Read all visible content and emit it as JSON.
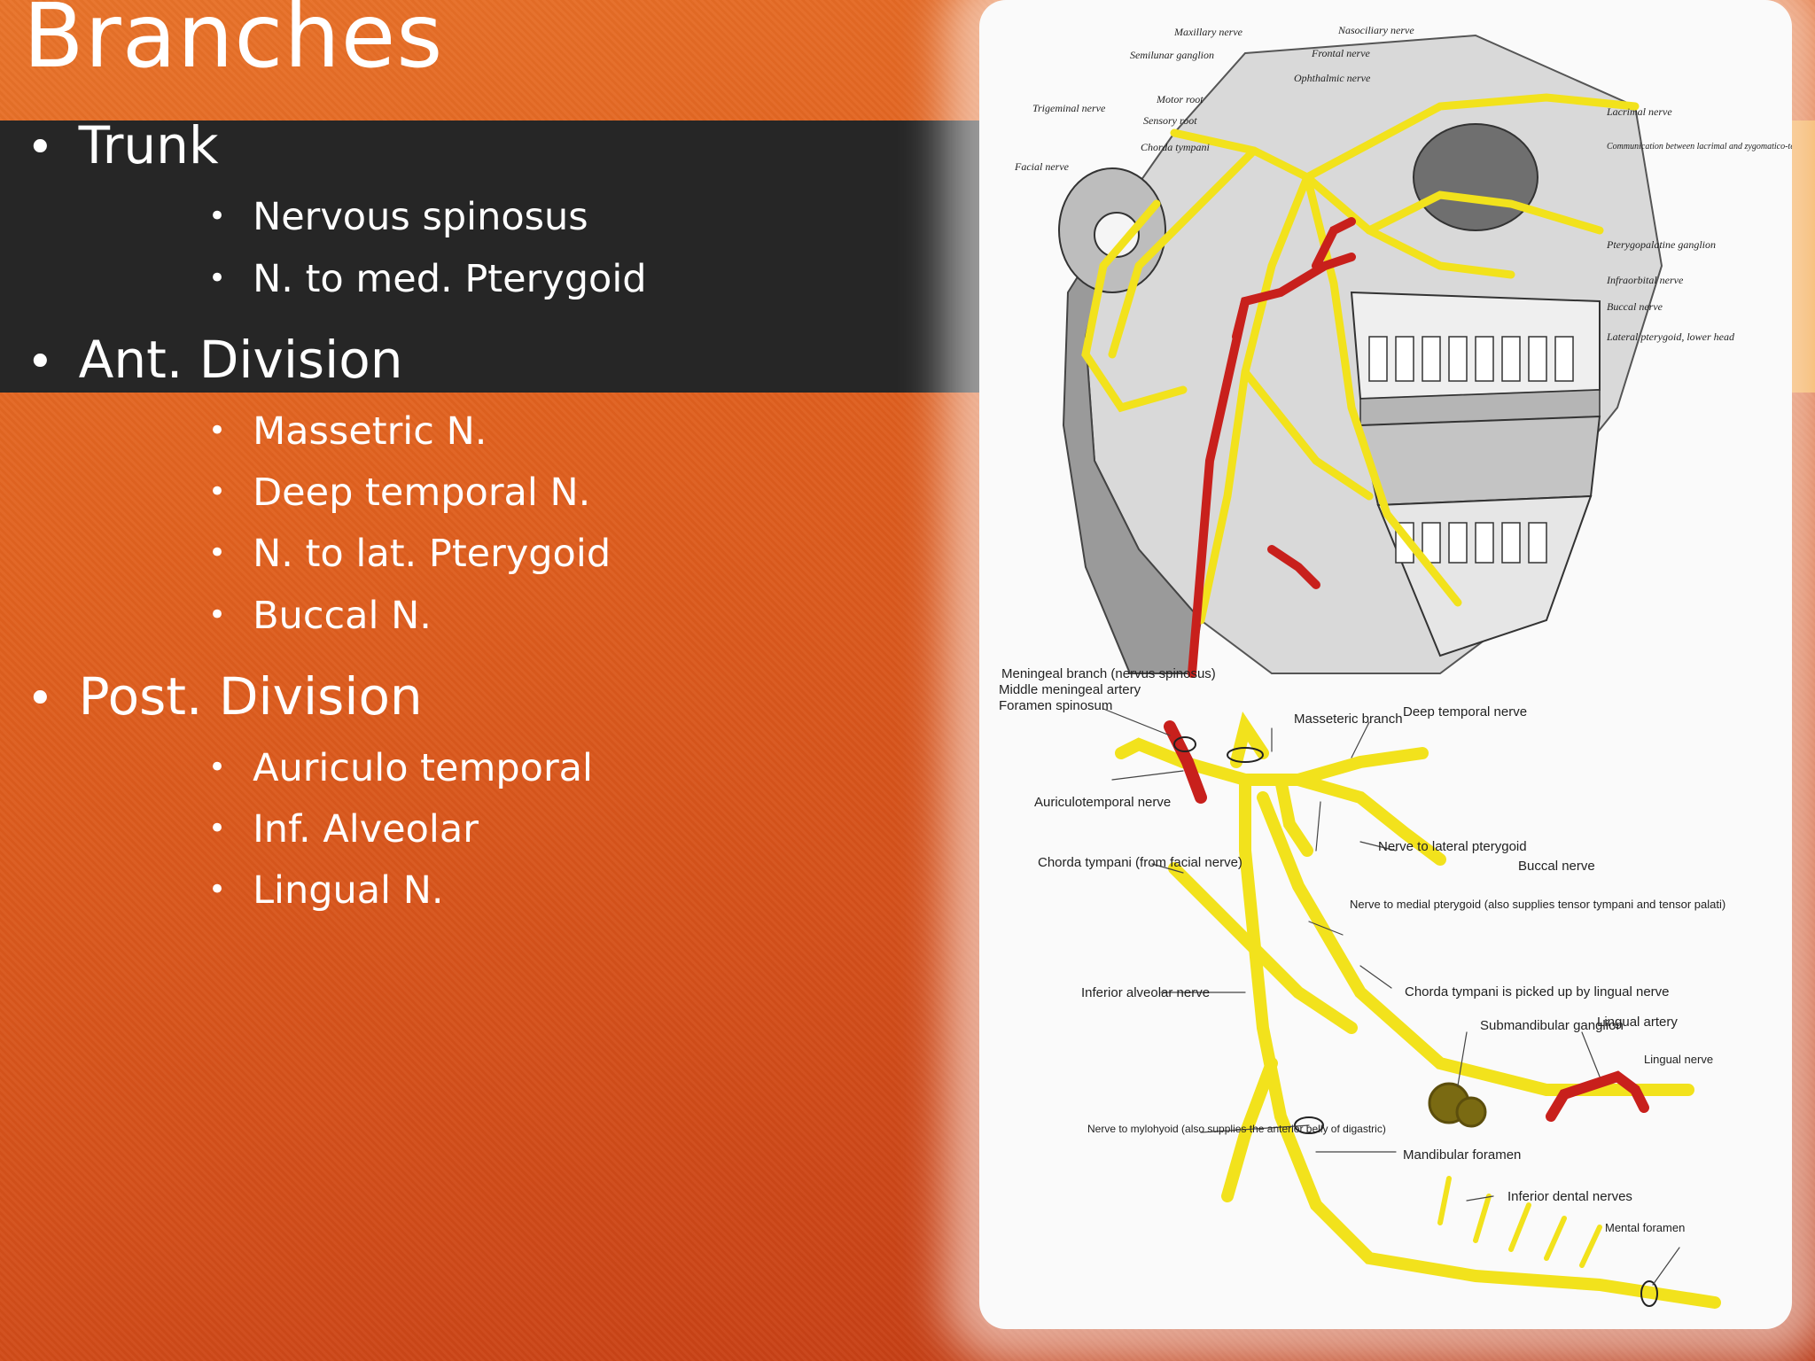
{
  "slide": {
    "title": "Branches",
    "sections": [
      {
        "label": "Trunk",
        "items": [
          "Nervous spinosus",
          "N. to med. Pterygoid"
        ]
      },
      {
        "label": "Ant. Division",
        "items": [
          "Massetric N.",
          "Deep temporal N.",
          "N. to lat. Pterygoid",
          "Buccal N."
        ]
      },
      {
        "label": "Post. Division",
        "items": [
          "Auriculo temporal",
          "Inf. Alveolar",
          "Lingual N."
        ]
      }
    ],
    "bullet": "•"
  },
  "figure_top_labels": {
    "maxillary": "Maxillary nerve",
    "nasociliary": "Nasociliary nerve",
    "semilunar": "Semilunar ganglion",
    "frontal": "Frontal nerve",
    "ophthalmic": "Ophthalmic nerve",
    "trigeminal": "Trigeminal nerve",
    "motor_root": "Motor root",
    "sensory_root": "Sensory root",
    "chorda": "Chorda tympani",
    "facial": "Facial nerve",
    "lacrimal": "Lacrimal nerve",
    "communication": "Communication between lacrimal and zygomatico-temporal nerve",
    "pterygopalatine": "Pterygopalatine ganglion",
    "infraorbital": "Infraorbital nerve",
    "buccal": "Buccal nerve",
    "lateral_pterygoid": "Lateral pterygoid, lower head"
  },
  "figure_bottom_labels": {
    "meningeal": "Meningeal branch (nervus spinosus)",
    "middle_meningeal": "Middle meningeal artery",
    "foramen_spinosum": "Foramen spinosum",
    "masseteric": "Masseteric branch",
    "deep_temporal": "Deep temporal nerve",
    "auriculotemporal": "Auriculotemporal nerve",
    "chorda_tympani": "Chorda tympani (from facial nerve)",
    "nerve_lat_pterygoid": "Nerve to lateral pterygoid",
    "buccal_nerve": "Buccal nerve",
    "nerve_med_pterygoid": "Nerve to medial pterygoid (also supplies tensor tympani and tensor palati)",
    "chorda_picked": "Chorda tympani is picked up by lingual nerve",
    "inferior_alveolar": "Inferior alveolar nerve",
    "submandibular": "Submandibular ganglion",
    "lingual_artery": "Lingual artery",
    "lingual_nerve": "Lingual nerve",
    "nerve_mylohyoid": "Nerve to mylohyoid (also supplies the anterior belly of digastric)",
    "mandibular_foramen": "Mandibular foramen",
    "inferior_dental": "Inferior dental nerves",
    "mental_foramen": "Mental foramen"
  },
  "colors": {
    "nerve": "#f2e21c",
    "artery": "#d01f1f",
    "band": "#262626"
  }
}
